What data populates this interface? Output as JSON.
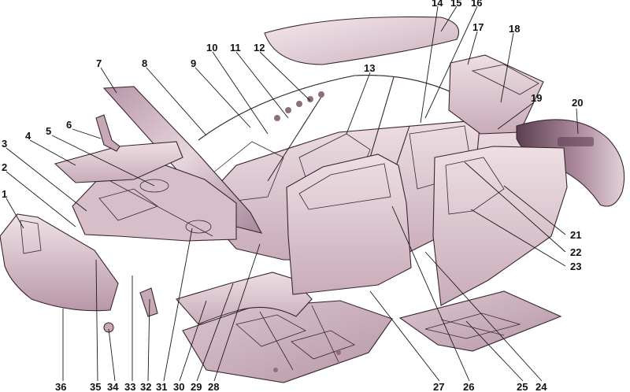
{
  "diagram": {
    "colors": {
      "panel_light": "#ecdde2",
      "panel_mid": "#d4b9c4",
      "panel_dark": "#a9869a",
      "panel_shadow": "#6e5062",
      "outline": "#3a2530"
    },
    "callouts": [
      {
        "n": "1"
      },
      {
        "n": "2"
      },
      {
        "n": "3"
      },
      {
        "n": "4"
      },
      {
        "n": "5"
      },
      {
        "n": "6"
      },
      {
        "n": "7"
      },
      {
        "n": "8"
      },
      {
        "n": "9"
      },
      {
        "n": "10"
      },
      {
        "n": "11"
      },
      {
        "n": "12"
      },
      {
        "n": "13"
      },
      {
        "n": "14"
      },
      {
        "n": "15"
      },
      {
        "n": "16"
      },
      {
        "n": "17"
      },
      {
        "n": "18"
      },
      {
        "n": "19"
      },
      {
        "n": "20"
      },
      {
        "n": "21"
      },
      {
        "n": "22"
      },
      {
        "n": "23"
      },
      {
        "n": "24"
      },
      {
        "n": "25"
      },
      {
        "n": "26"
      },
      {
        "n": "27"
      },
      {
        "n": "28"
      },
      {
        "n": "29"
      },
      {
        "n": "30"
      },
      {
        "n": "31"
      },
      {
        "n": "32"
      },
      {
        "n": "33"
      },
      {
        "n": "34"
      },
      {
        "n": "35"
      },
      {
        "n": "36"
      }
    ]
  }
}
